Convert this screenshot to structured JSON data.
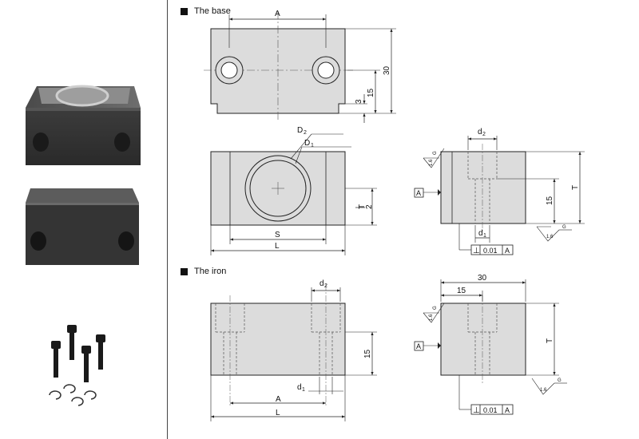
{
  "sections": {
    "base_title": "The base",
    "iron_title": "The iron"
  },
  "dimensions": {
    "A": "A",
    "L": "L",
    "S": "S",
    "T": "T",
    "T_half_num": "T",
    "T_half_den": "2",
    "D2": "D",
    "D2_sub": "2",
    "D1": "D",
    "D1_sub": "1",
    "d2": "d",
    "d2_sub": "2",
    "d1": "d",
    "d1_sub": "1",
    "v30": "30",
    "v15": "15",
    "v3": "3",
    "roughness": "1.6",
    "grind": "G",
    "datum": "A",
    "tol_sym": "⊥",
    "tol_val": "0.01",
    "tol_ref": "A"
  },
  "colors": {
    "line": "#222222",
    "fill": "#dcdcdc",
    "hidden": "#555555",
    "block_dark": "#2e2e2e",
    "block_light": "#6a6a6a"
  }
}
